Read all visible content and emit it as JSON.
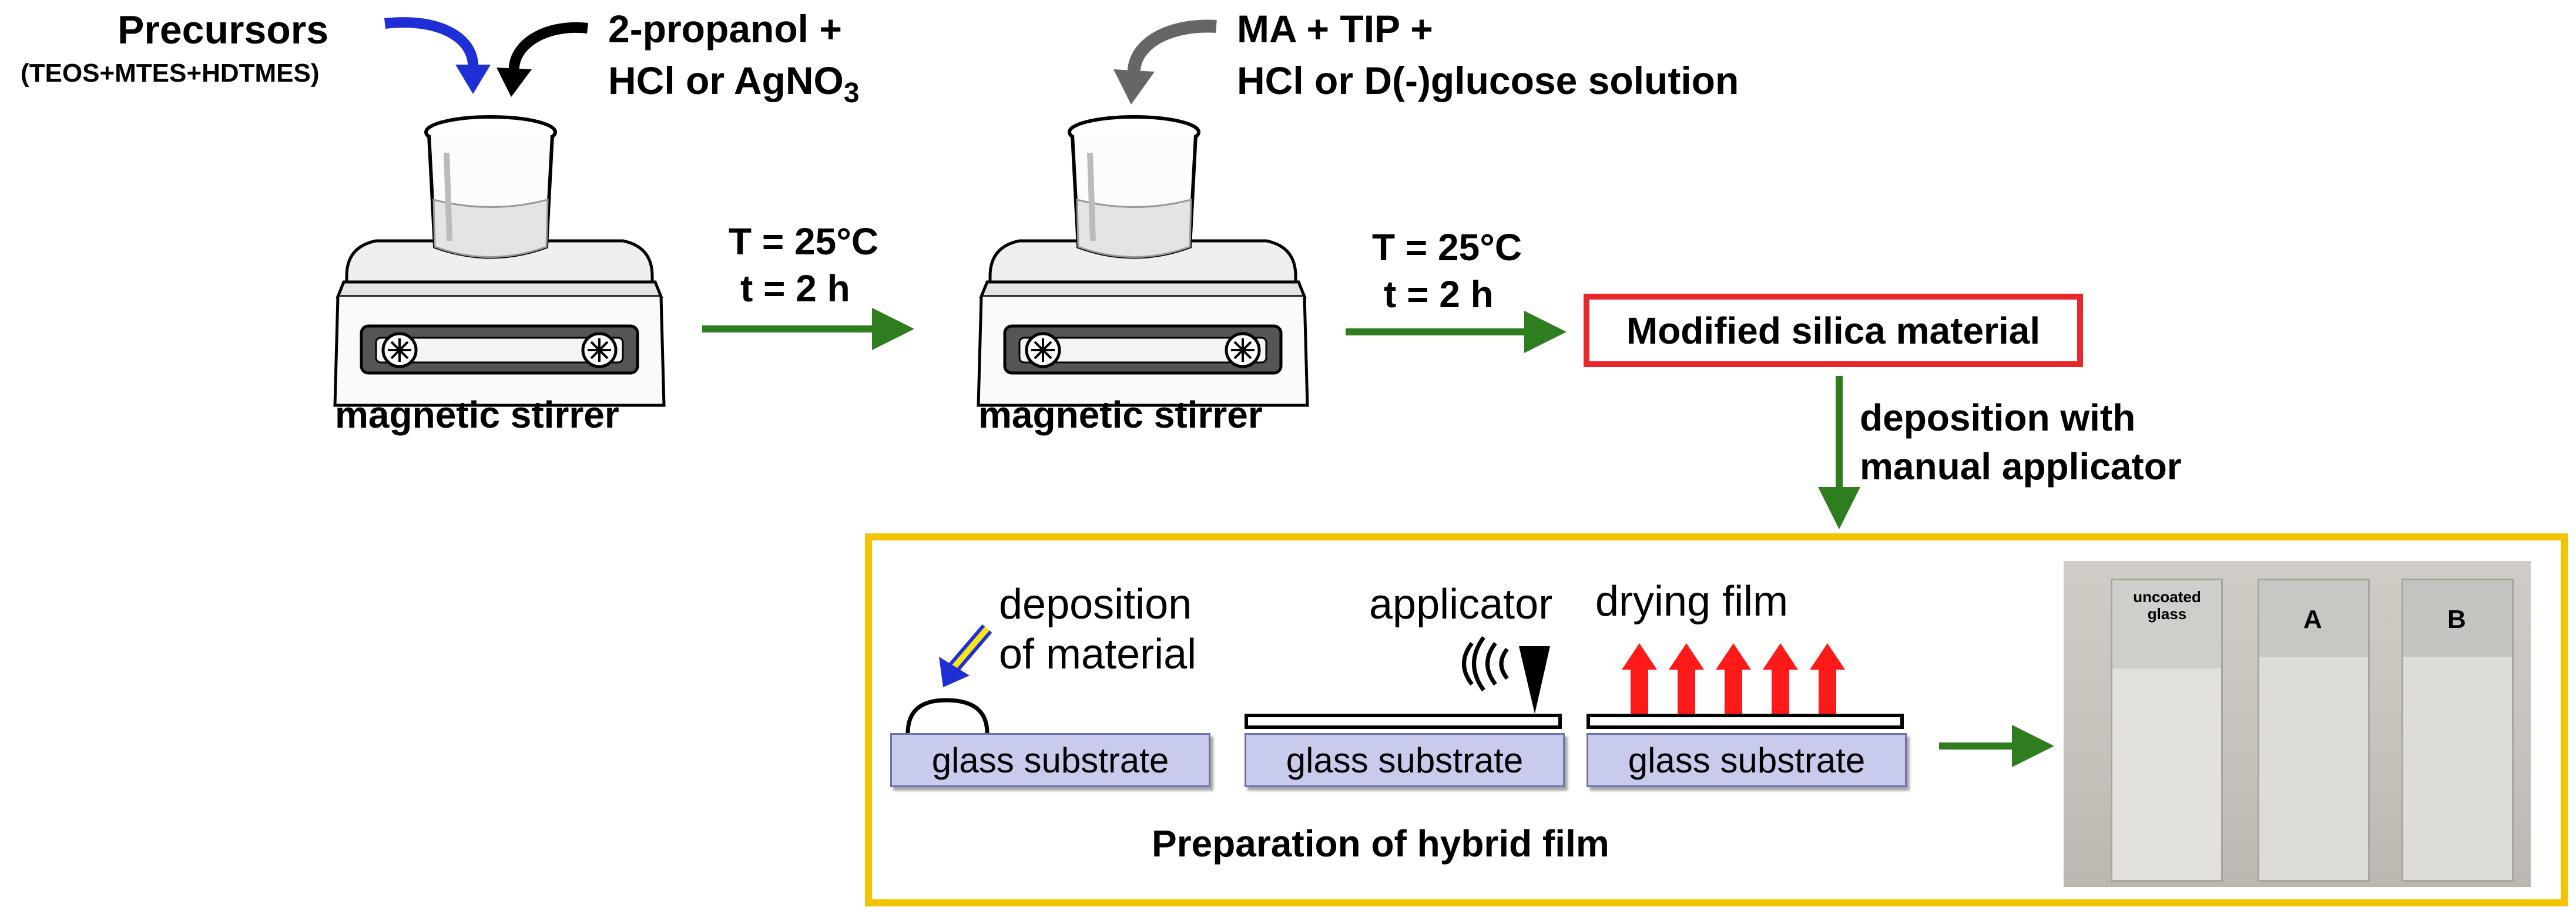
{
  "stage1": {
    "precursors_title": "Precursors",
    "precursors_detail": "(TEOS+MTES+HDTMES)",
    "reagent_line1": "2-propanol +",
    "reagent_line2_prefix": "HCl  or  AgNO",
    "reagent_line2_sub": "3",
    "stirrer_label": "magnetic stirrer"
  },
  "conditions1": {
    "temp": "T = 25°C",
    "time": "t = 2 h"
  },
  "stage2": {
    "reagent_line1": "MA + TIP +",
    "reagent_line2": "HCl  or  D(-)glucose solution",
    "stirrer_label": "magnetic stirrer"
  },
  "conditions2": {
    "temp": "T = 25°C",
    "time": "t = 2 h"
  },
  "product": {
    "label": "Modified silica material"
  },
  "deposition_step": {
    "line1": "deposition with",
    "line2": "manual applicator"
  },
  "film_prep": {
    "title": "Preparation of hybrid film",
    "step1_line1": "deposition",
    "step1_line2": "of material",
    "step2_label": "applicator",
    "step3_label": "drying film",
    "substrate_label": "glass substrate"
  },
  "photo": {
    "slide1": "uncoated glass",
    "slide2": "A",
    "slide3": "B"
  },
  "colors": {
    "arrow_green": "#2e7d1f",
    "box_red": "#e8262c",
    "box_yellow": "#f5c200",
    "arrow_blue": "#1f2fd6",
    "substrate_fill": "#c9cbec",
    "heat_red": "#ff1a1a"
  },
  "icons": [
    "beaker-icon",
    "magnetic-stirrer-icon",
    "curved-arrow-icon",
    "vibration-icon",
    "applicator-blade-icon",
    "dropper-arrow-icon"
  ]
}
